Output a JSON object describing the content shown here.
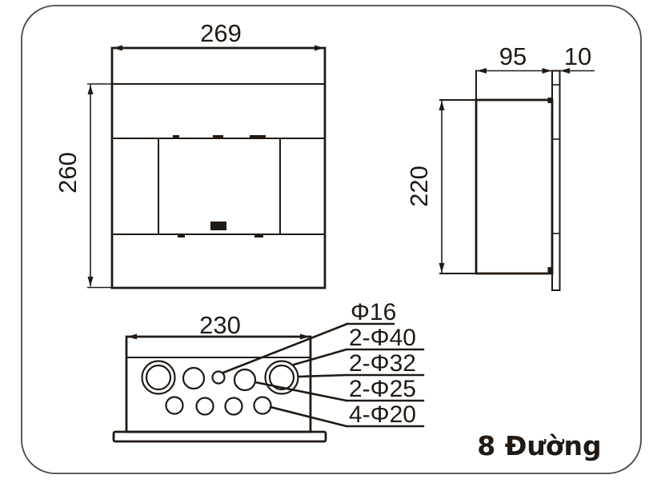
{
  "front_view": {
    "width_label": "269",
    "height_label": "260"
  },
  "side_view": {
    "depth_label": "95",
    "flange_label": "10",
    "height_label": "220"
  },
  "bottom_view": {
    "width_label": "230"
  },
  "callouts": {
    "labels": [
      "Φ16",
      "2-Φ40",
      "2-Φ32",
      "2-Φ25",
      "4-Φ20"
    ]
  },
  "footer": {
    "ways_label": "8 Đường"
  },
  "colors": {
    "ink": "#211913",
    "border": "#474747",
    "background": "#ffffff"
  }
}
